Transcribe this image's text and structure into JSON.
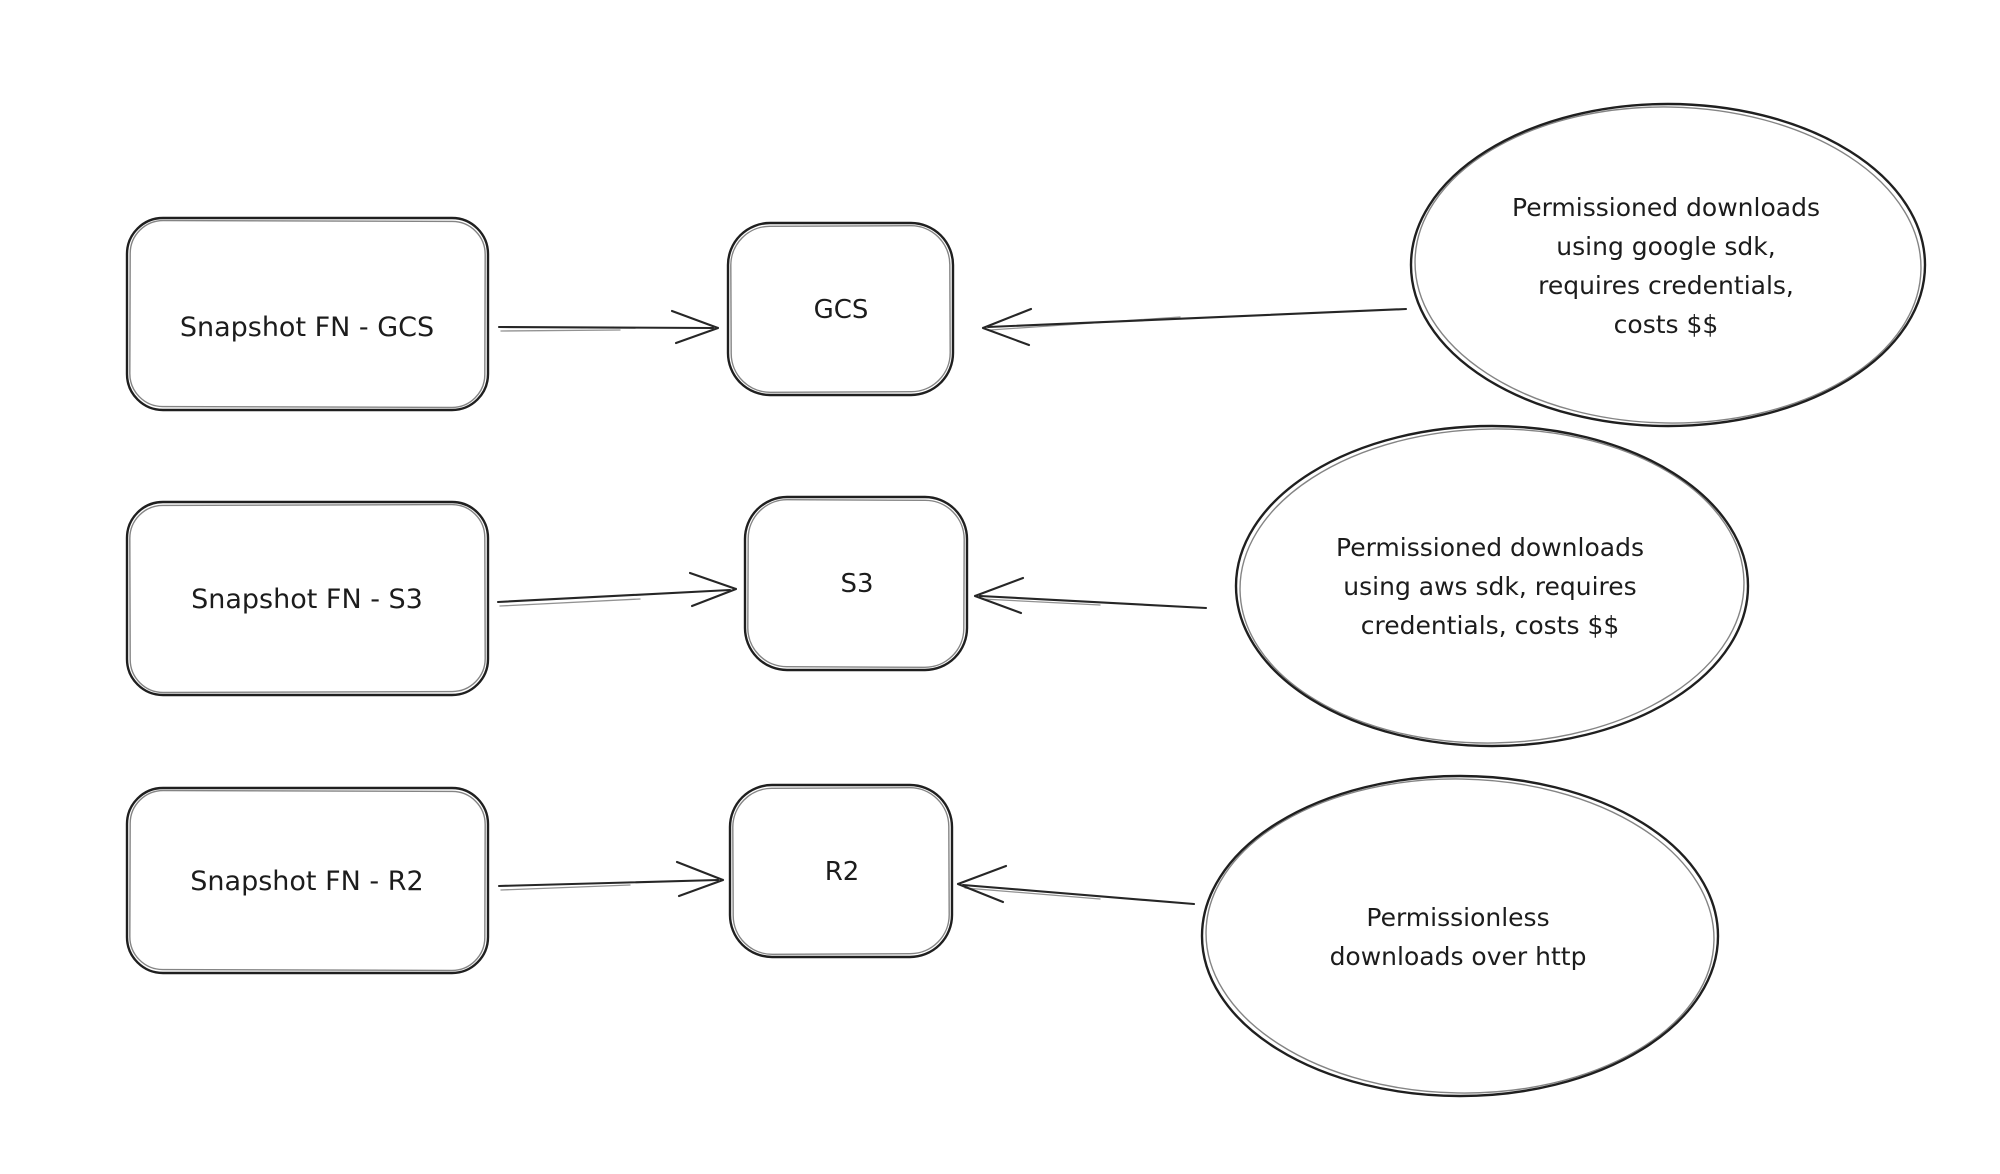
{
  "diagram": {
    "background_color": "#ffffff",
    "stroke_color": "#1f1f1f",
    "style": "hand-drawn sketch",
    "rows": [
      {
        "source": "Snapshot FN - GCS",
        "target": "GCS",
        "note_lines": [
          "Permissioned downloads",
          "using google sdk,",
          "requires credentials,",
          "costs $$"
        ],
        "note_text": "Permissioned downloads using google sdk, requires credentials, costs $$"
      },
      {
        "source": "Snapshot FN - S3",
        "target": "S3",
        "note_lines": [
          "Permissioned downloads",
          "using aws sdk, requires",
          "credentials, costs $$"
        ],
        "note_text": "Permissioned downloads using aws sdk, requires credentials, costs $$"
      },
      {
        "source": "Snapshot FN - R2",
        "target": "R2",
        "note_lines": [
          "Permissionless",
          "downloads over http"
        ],
        "note_text": "Permissionless downloads over http"
      }
    ]
  }
}
